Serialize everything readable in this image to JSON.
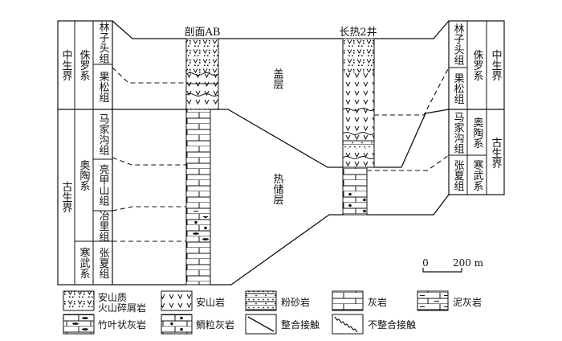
{
  "wells": {
    "left": "剖面AB",
    "right": "长热2井"
  },
  "left_panel": {
    "era_upper": "中生界",
    "era_lower": "古生界",
    "system_jurassic": "侏罗系",
    "system_ordovician": "奥陶系",
    "system_cambrian": "寒武系",
    "formation_linzitou": "林子头组",
    "formation_guosong": "果松组",
    "formation_majiagou": "马家沟组",
    "formation_liangjiashan": "亮甲山组",
    "formation_yeli": "冶里组",
    "formation_zhangxia": "张夏组"
  },
  "right_panel": {
    "era_upper": "中生界",
    "era_lower": "古生界",
    "system_jurassic": "侏罗系",
    "system_ordovician": "奥陶系",
    "system_cambrian": "寒武系",
    "formation_linzitou": "林子头组",
    "formation_guosong": "果松组",
    "formation_majiagou": "马家沟组",
    "formation_zhangxia": "张夏组"
  },
  "zones": {
    "cap": "盖层",
    "reservoir": "热储层"
  },
  "scale": {
    "zero": "0",
    "length": "200 m"
  },
  "legend": {
    "volcanic_breccia_line1": "安山质",
    "volcanic_breccia_line2": "火山碎屑岩",
    "andesite": "安山岩",
    "siltstone": "粉砂岩",
    "limestone": "灰岩",
    "argillaceous_limestone": "泥灰岩",
    "flat_pebble_limestone": "竹叶状灰岩",
    "oolitic_limestone": "鲕粒灰岩",
    "conformable_contact": "整合接触",
    "unconformable_contact": "不整合接触"
  }
}
